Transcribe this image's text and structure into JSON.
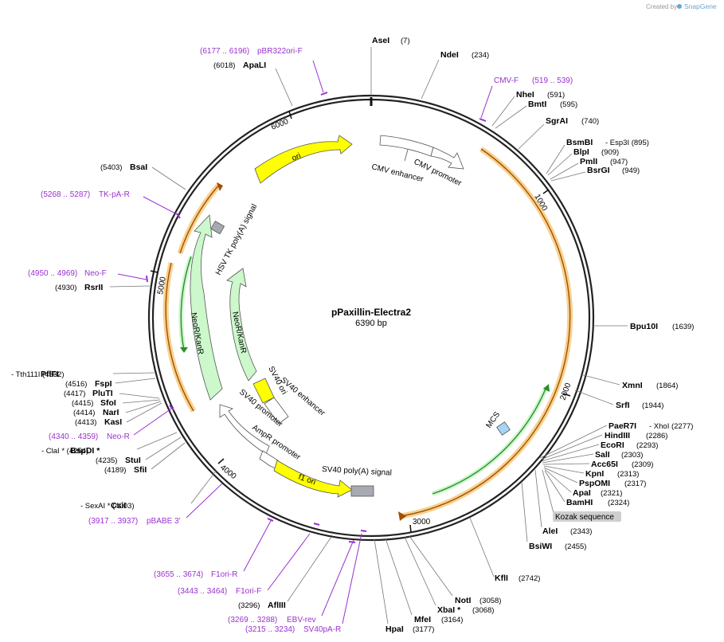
{
  "credit": {
    "prefix": "Created by",
    "brand": "SnapGene"
  },
  "plasmid": {
    "name": "pPaxillin-Electra2",
    "size": "6390 bp",
    "length": 6390
  },
  "ticks": [
    {
      "label": "1000",
      "pos": 1000
    },
    {
      "label": "2000",
      "pos": 2000
    },
    {
      "label": "3000",
      "pos": 3000
    },
    {
      "label": "4000",
      "pos": 4000
    },
    {
      "label": "5000",
      "pos": 5000
    },
    {
      "label": "6000",
      "pos": 6000
    }
  ],
  "sites": [
    {
      "name": "AseI",
      "pos": "(7)"
    },
    {
      "name": "NdeI",
      "pos": "(234)"
    },
    {
      "name": "NheI",
      "pos": "(591)"
    },
    {
      "name": "BmtI",
      "pos": "(595)"
    },
    {
      "name": "SgrAI",
      "pos": "(740)"
    },
    {
      "name": "BsmBI",
      "pos": "- Esp3I (895)"
    },
    {
      "name": "BlpI",
      "pos": "(909)"
    },
    {
      "name": "PmlI",
      "pos": "(947)"
    },
    {
      "name": "BsrGI",
      "pos": "(949)"
    },
    {
      "name": "Bpu10I",
      "pos": "(1639)"
    },
    {
      "name": "XmnI",
      "pos": "(1864)"
    },
    {
      "name": "SrfI",
      "pos": "(1944)"
    },
    {
      "name": "PaeR7I",
      "pos": "- XhoI (2277)"
    },
    {
      "name": "HindIII",
      "pos": "(2286)"
    },
    {
      "name": "EcoRI",
      "pos": "(2293)"
    },
    {
      "name": "SalI",
      "pos": "(2303)"
    },
    {
      "name": "Acc65I",
      "pos": "(2309)"
    },
    {
      "name": "KpnI",
      "pos": "(2313)"
    },
    {
      "name": "PspOMI",
      "pos": "(2317)"
    },
    {
      "name": "ApaI",
      "pos": "(2321)"
    },
    {
      "name": "BamHI",
      "pos": "(2324)"
    },
    {
      "name": "AleI",
      "pos": "(2343)"
    },
    {
      "name": "BsiWI",
      "pos": "(2455)"
    },
    {
      "name": "KflI",
      "pos": "(2742)"
    },
    {
      "name": "NotI",
      "pos": "(3058)"
    },
    {
      "name": "XbaI *",
      "pos": "(3068)"
    },
    {
      "name": "MfeI",
      "pos": "(3164)"
    },
    {
      "name": "HpaI",
      "pos": "(3177)"
    },
    {
      "name": "AflIII",
      "pos": "(3296)"
    },
    {
      "name": "CsiI",
      "pos": "- SexAI * (4003)"
    },
    {
      "name": "SfiI",
      "pos": "(4189)"
    },
    {
      "name": "StuI",
      "pos": "(4235)"
    },
    {
      "name": "BspDI *",
      "pos": "- ClaI * (4254)"
    },
    {
      "name": "KasI",
      "pos": "(4413)"
    },
    {
      "name": "NarI",
      "pos": "(4414)"
    },
    {
      "name": "SfoI",
      "pos": "(4415)"
    },
    {
      "name": "PluTI",
      "pos": "(4417)"
    },
    {
      "name": "FspI",
      "pos": "(4516)"
    },
    {
      "name": "PflFI",
      "pos": "- Tth111I (4532)"
    },
    {
      "name": "RsrII",
      "pos": "(4930)"
    },
    {
      "name": "BsaI",
      "pos": "(5403)"
    },
    {
      "name": "ApaLI",
      "pos": "(6018)"
    }
  ],
  "primers": [
    {
      "name": "pBR322ori-F",
      "range": "(6177 .. 6196)"
    },
    {
      "name": "CMV-F",
      "range": "(519 .. 539)"
    },
    {
      "name": "TK-pA-R",
      "range": "(5268 .. 5287)"
    },
    {
      "name": "Neo-F",
      "range": "(4950 .. 4969)"
    },
    {
      "name": "Neo-R",
      "range": "(4340 .. 4359)"
    },
    {
      "name": "pBABE 3'",
      "range": "(3917 .. 3937)"
    },
    {
      "name": "F1ori-R",
      "range": "(3655 .. 3674)"
    },
    {
      "name": "F1ori-F",
      "range": "(3443 .. 3464)"
    },
    {
      "name": "EBV-rev",
      "range": "(3269 .. 3288)"
    },
    {
      "name": "SV40pA-R",
      "range": "(3215 .. 3234)"
    }
  ],
  "features": {
    "ori": "ori",
    "cmv_enhancer": "CMV enhancer",
    "cmv_promoter": "CMV promoter",
    "hsv_tk": "HSV TK poly(A) signal",
    "neor1": "NeoR/KanR",
    "neor2": "NeoR/KanR",
    "sv40_ori": "SV40 ori",
    "sv40_enhancer": "SV40 enhancer",
    "sv40_promoter": "SV40 promoter",
    "ampr_promoter": "AmpR promoter",
    "f1_ori": "f1 ori",
    "sv40_polya": "SV40 poly(A) signal",
    "mcs": "MCS",
    "kozak": "Kozak sequence"
  },
  "colors": {
    "backbone": "#222222",
    "primer": "#9b30d0",
    "ori_fill": "#ffff00",
    "neo_fill": "#ccf8cc",
    "orf_glow": "#f7c97a",
    "orf_line": "#a05000",
    "green_line": "#2e8b2e",
    "mcs_fill": "#a8d4f5"
  }
}
